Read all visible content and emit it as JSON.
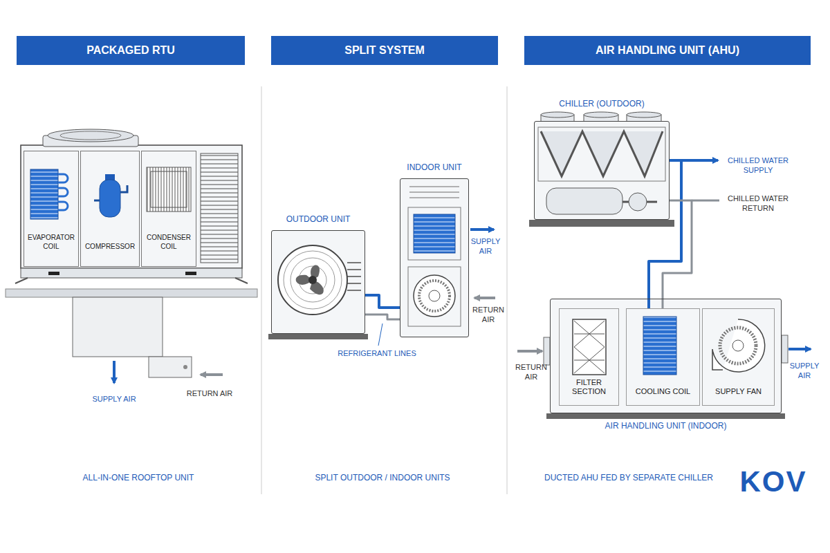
{
  "diagram": {
    "nodes": [
      {
        "text": [
          "PACKAGED RTU"
        ]
      },
      {
        "text": [
          "SPLIT SYSTEM"
        ]
      },
      {
        "text": [
          "AIR HANDLING UNIT (AHU)"
        ]
      },
      {
        "text": [
          "EVAPORATOR COIL"
        ]
      },
      {
        "text": [
          "COMPRESSOR"
        ]
      },
      {
        "text": [
          "CONDENSER COIL"
        ]
      },
      {
        "text": [
          "OUTDOOR UNIT"
        ]
      },
      {
        "text": [
          "INDOOR UNIT"
        ]
      },
      {
        "text": [
          "CHILLER (OUTDOOR)"
        ]
      },
      {
        "text": [
          "AIR HANDLING UNIT (INDOOR)"
        ]
      },
      {
        "text": [
          "FILTER SECTION"
        ],
        "in": 9
      },
      {
        "text": [
          "COOLING COIL"
        ],
        "in": 9
      },
      {
        "text": [
          "SUPPLY FAN"
        ],
        "in": 9
      }
    ],
    "edges": [
      {
        "from": 6,
        "to": 7,
        "arrow": "none"
      },
      {
        "from": 6,
        "to": 7,
        "arrow": "none"
      },
      {
        "from": 8,
        "to": 11,
        "arrow": "none"
      },
      {
        "from": 8,
        "to": 11,
        "arrow": "none"
      }
    ],
    "labels": [
      "SUPPLY AIR",
      "RETURN AIR",
      "ALL-IN-ONE ROOFTOP UNIT",
      "SUPPLY AIR",
      "RETURN AIR",
      "REFRIGERANT LINES",
      "SPLIT OUTDOOR / INDOOR UNITS",
      "CHILLED WATER SUPPLY",
      "CHILLED WATER RETURN",
      "RETURN AIR",
      "SUPPLY AIR",
      "DUCTED AHU FED BY SEPARATE CHILLER",
      "KOV"
    ]
  }
}
